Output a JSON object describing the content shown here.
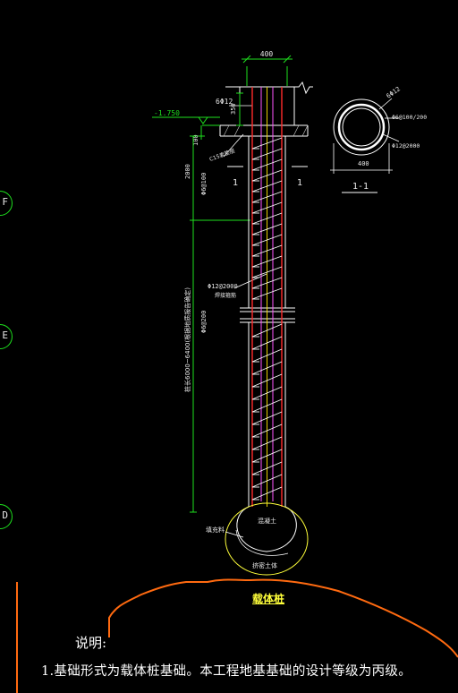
{
  "grid_bubbles": [
    {
      "label": "F"
    },
    {
      "label": "E"
    },
    {
      "label": "D"
    }
  ],
  "pile": {
    "width_dim": "400",
    "top_bars": "6Φ12",
    "top_embed": "350",
    "elevation": "-1.750",
    "c15_cushion": "100",
    "cushion_label": "C15素垫层",
    "dense_zone_len": "2000",
    "dense_zone_stirrup": "Φ6@100",
    "long_length": "桩长6000~6400(根据地质报告确定)",
    "long_stirrup": "Φ6@200",
    "mid_ring_label": "Φ12@2000",
    "mid_ring_sub": "焊接箍筋",
    "bulb_inner": "混凝土",
    "bulb_outer_left": "填充料",
    "bulb_bottom": "挤密土体",
    "section_mark_left": "1",
    "section_mark_right": "1",
    "caption": "载体桩"
  },
  "section": {
    "title": "1-1",
    "dia": "400",
    "bars": "6Φ12",
    "spiral": "Φ6@100/200",
    "ring": "Φ12@2000"
  },
  "notes": {
    "title": "说明:",
    "line1": "1.基础形式为载体桩基础。本工程地基基础的设计等级为丙级。"
  }
}
